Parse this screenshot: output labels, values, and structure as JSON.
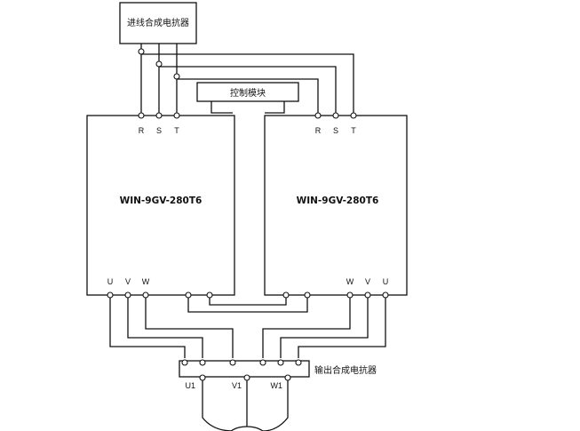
{
  "blocks": {
    "input_reactor": "进线合成电抗器",
    "control_module": "控制模块",
    "output_reactor": "输出合成电抗器"
  },
  "inverter_left": {
    "model": "WIN-9GV-280T6",
    "inputs": [
      "R",
      "S",
      "T"
    ],
    "outputs": [
      "U",
      "V",
      "W"
    ]
  },
  "inverter_right": {
    "model": "WIN-9GV-280T6",
    "inputs": [
      "R",
      "S",
      "T"
    ],
    "outputs": [
      "W",
      "V",
      "U"
    ]
  },
  "motor_terminals": [
    "U1",
    "V1",
    "W1"
  ]
}
